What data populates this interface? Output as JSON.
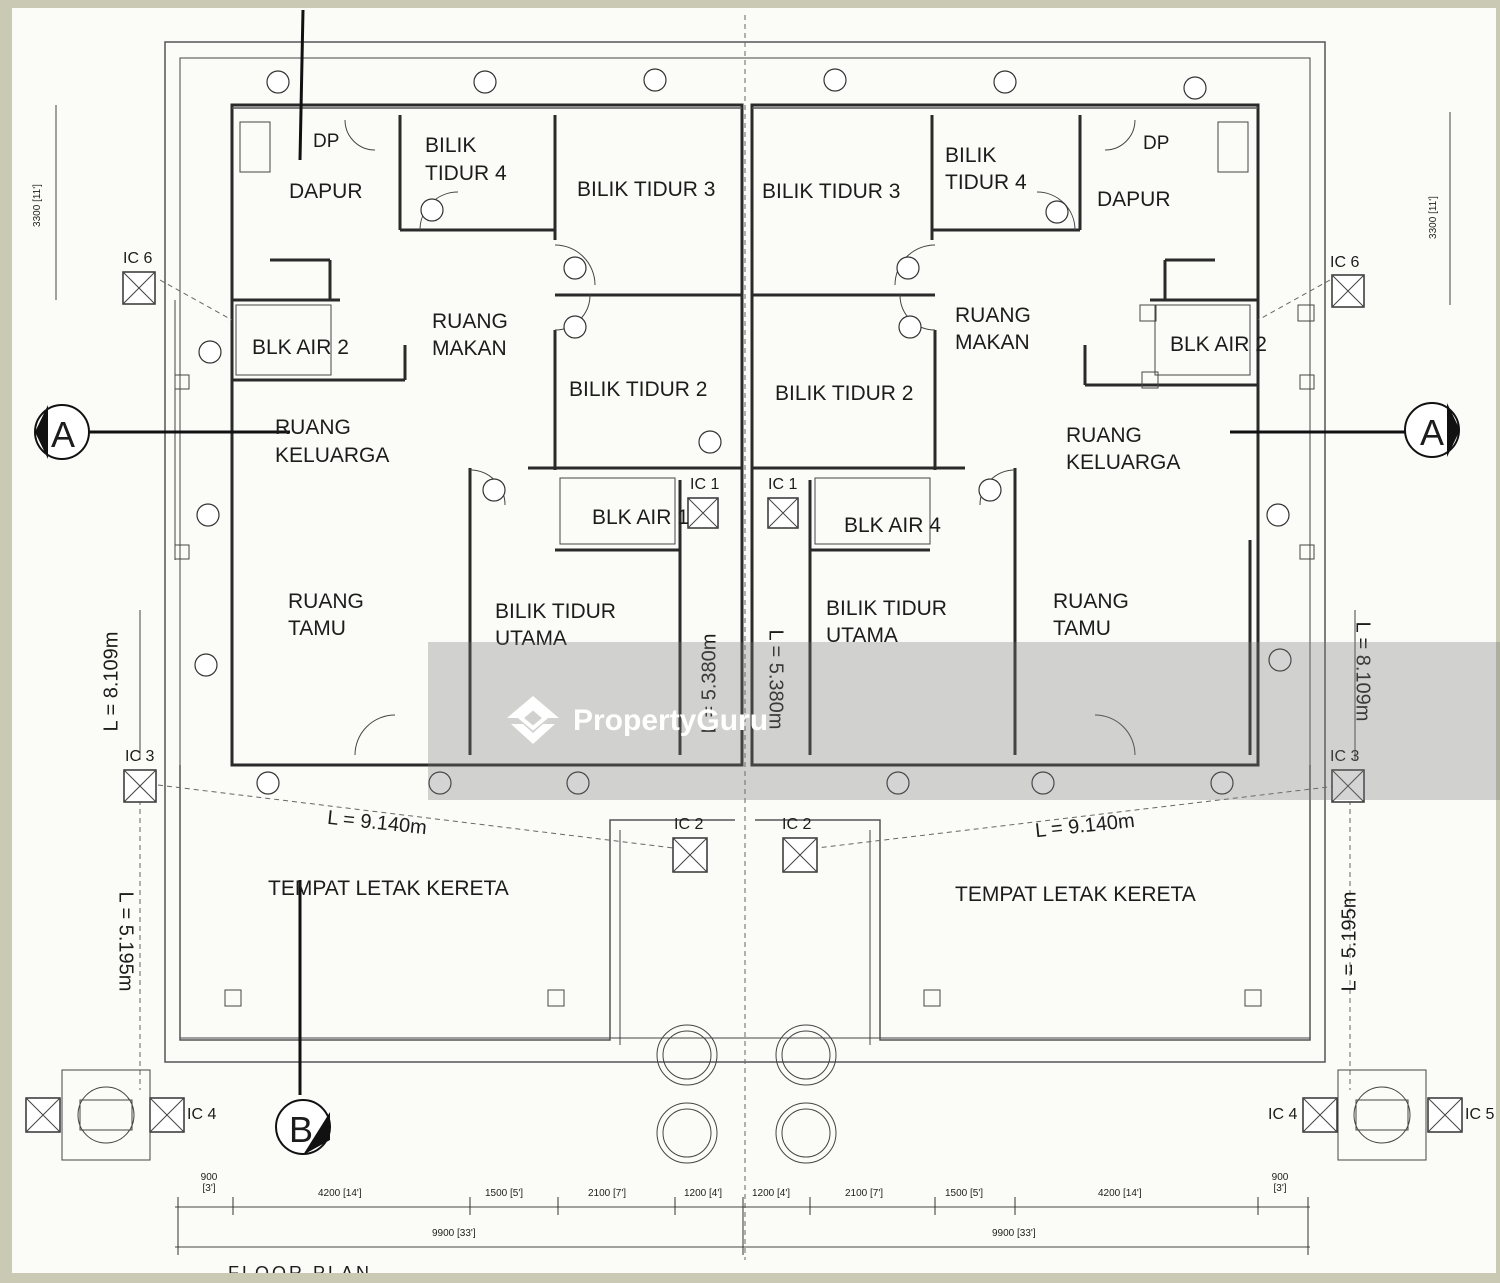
{
  "rooms": {
    "dapur": "DAPUR",
    "dp": "DP",
    "bilik_tidur_4": [
      "BILIK",
      "TIDUR 4"
    ],
    "bilik_tidur_3": "BILIK TIDUR 3",
    "ruang_makan": [
      "RUANG",
      "MAKAN"
    ],
    "blk_air_2": "BLK AIR 2",
    "bilik_tidur_2": "BILIK TIDUR 2",
    "ruang_keluarga": [
      "RUANG",
      "KELUARGA"
    ],
    "blk_air_1": "BLK AIR 1",
    "blk_air_4": "BLK AIR 4",
    "ruang_tamu": [
      "RUANG",
      "TAMU"
    ],
    "bilik_tidur_utama": [
      "BILIK TIDUR",
      "UTAMA"
    ],
    "tempat_letak_kereta": "TEMPAT LETAK KERETA"
  },
  "markers": {
    "ic1": "IC 1",
    "ic2": "IC 2",
    "ic3": "IC 3",
    "ic4": "IC 4",
    "ic5": "IC 5",
    "ic6": "IC 6",
    "section_a": "A",
    "section_b": "B"
  },
  "lengths": {
    "side": "L = 8.109m",
    "front": "L = 9.140m",
    "center": "L = 5.380m",
    "car": "L = 5.195m"
  },
  "dims_left": [
    "900 [3']",
    "4200 [14']",
    "1500 [5']",
    "2100 [7']",
    "1200 [4']"
  ],
  "dims_right": [
    "1200 [4']",
    "2100 [7']",
    "1500 [5']",
    "4200 [14']",
    "900 [3']"
  ],
  "total_left": "9900 [33']",
  "total_right": "9900 [33']",
  "side_dim_left": "3300 [11']",
  "side_dim_right": "3300 [11']",
  "footer": "FLOOR PLAN",
  "watermark": "PropertyGuru"
}
